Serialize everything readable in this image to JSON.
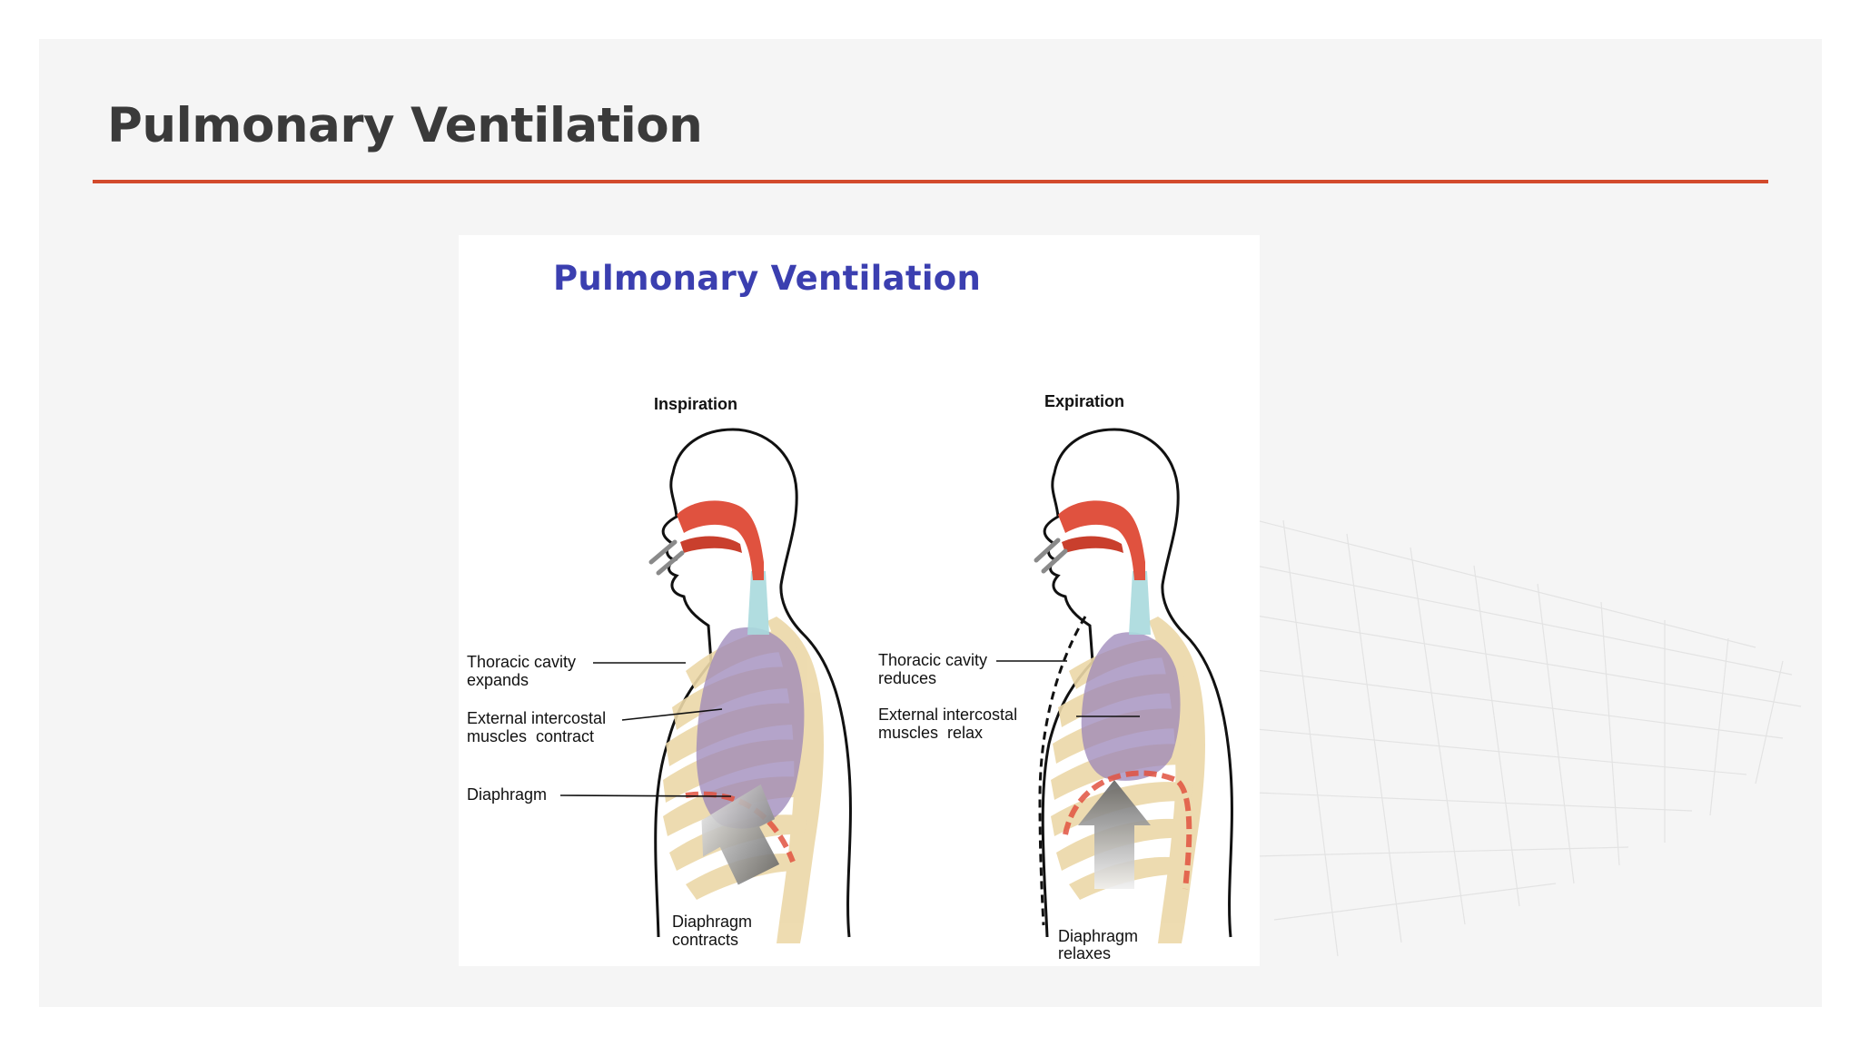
{
  "slide": {
    "title": "Pulmonary Ventilation",
    "accent_color": "#d24a2c",
    "title_color": "#3a3a3a",
    "background": "#f5f5f5"
  },
  "figure": {
    "title": "Pulmonary Ventilation",
    "title_color": "#3b3fb0",
    "inspiration": {
      "heading": "Inspiration",
      "labels": {
        "thoracic_1": "Thoracic cavity",
        "thoracic_2": "expands",
        "intercostal_1": "External intercostal",
        "intercostal_2": "muscles  contract",
        "diaphragm": "Diaphragm",
        "diaphragm_state_1": "Diaphragm",
        "diaphragm_state_2": "contracts"
      }
    },
    "expiration": {
      "heading": "Expiration",
      "labels": {
        "thoracic_1": "Thoracic cavity",
        "thoracic_2": "reduces",
        "intercostal_1": "External intercostal",
        "intercostal_2": "muscles  relax",
        "diaphragm_state_1": "Diaphragm",
        "diaphragm_state_2": "relaxes"
      }
    },
    "colors": {
      "airway": "#e0523f",
      "trachea": "#a9d9dd",
      "lung": "#9b86b8",
      "ribs": "#ecd8a8",
      "arrow": "#7d7d7d"
    }
  }
}
